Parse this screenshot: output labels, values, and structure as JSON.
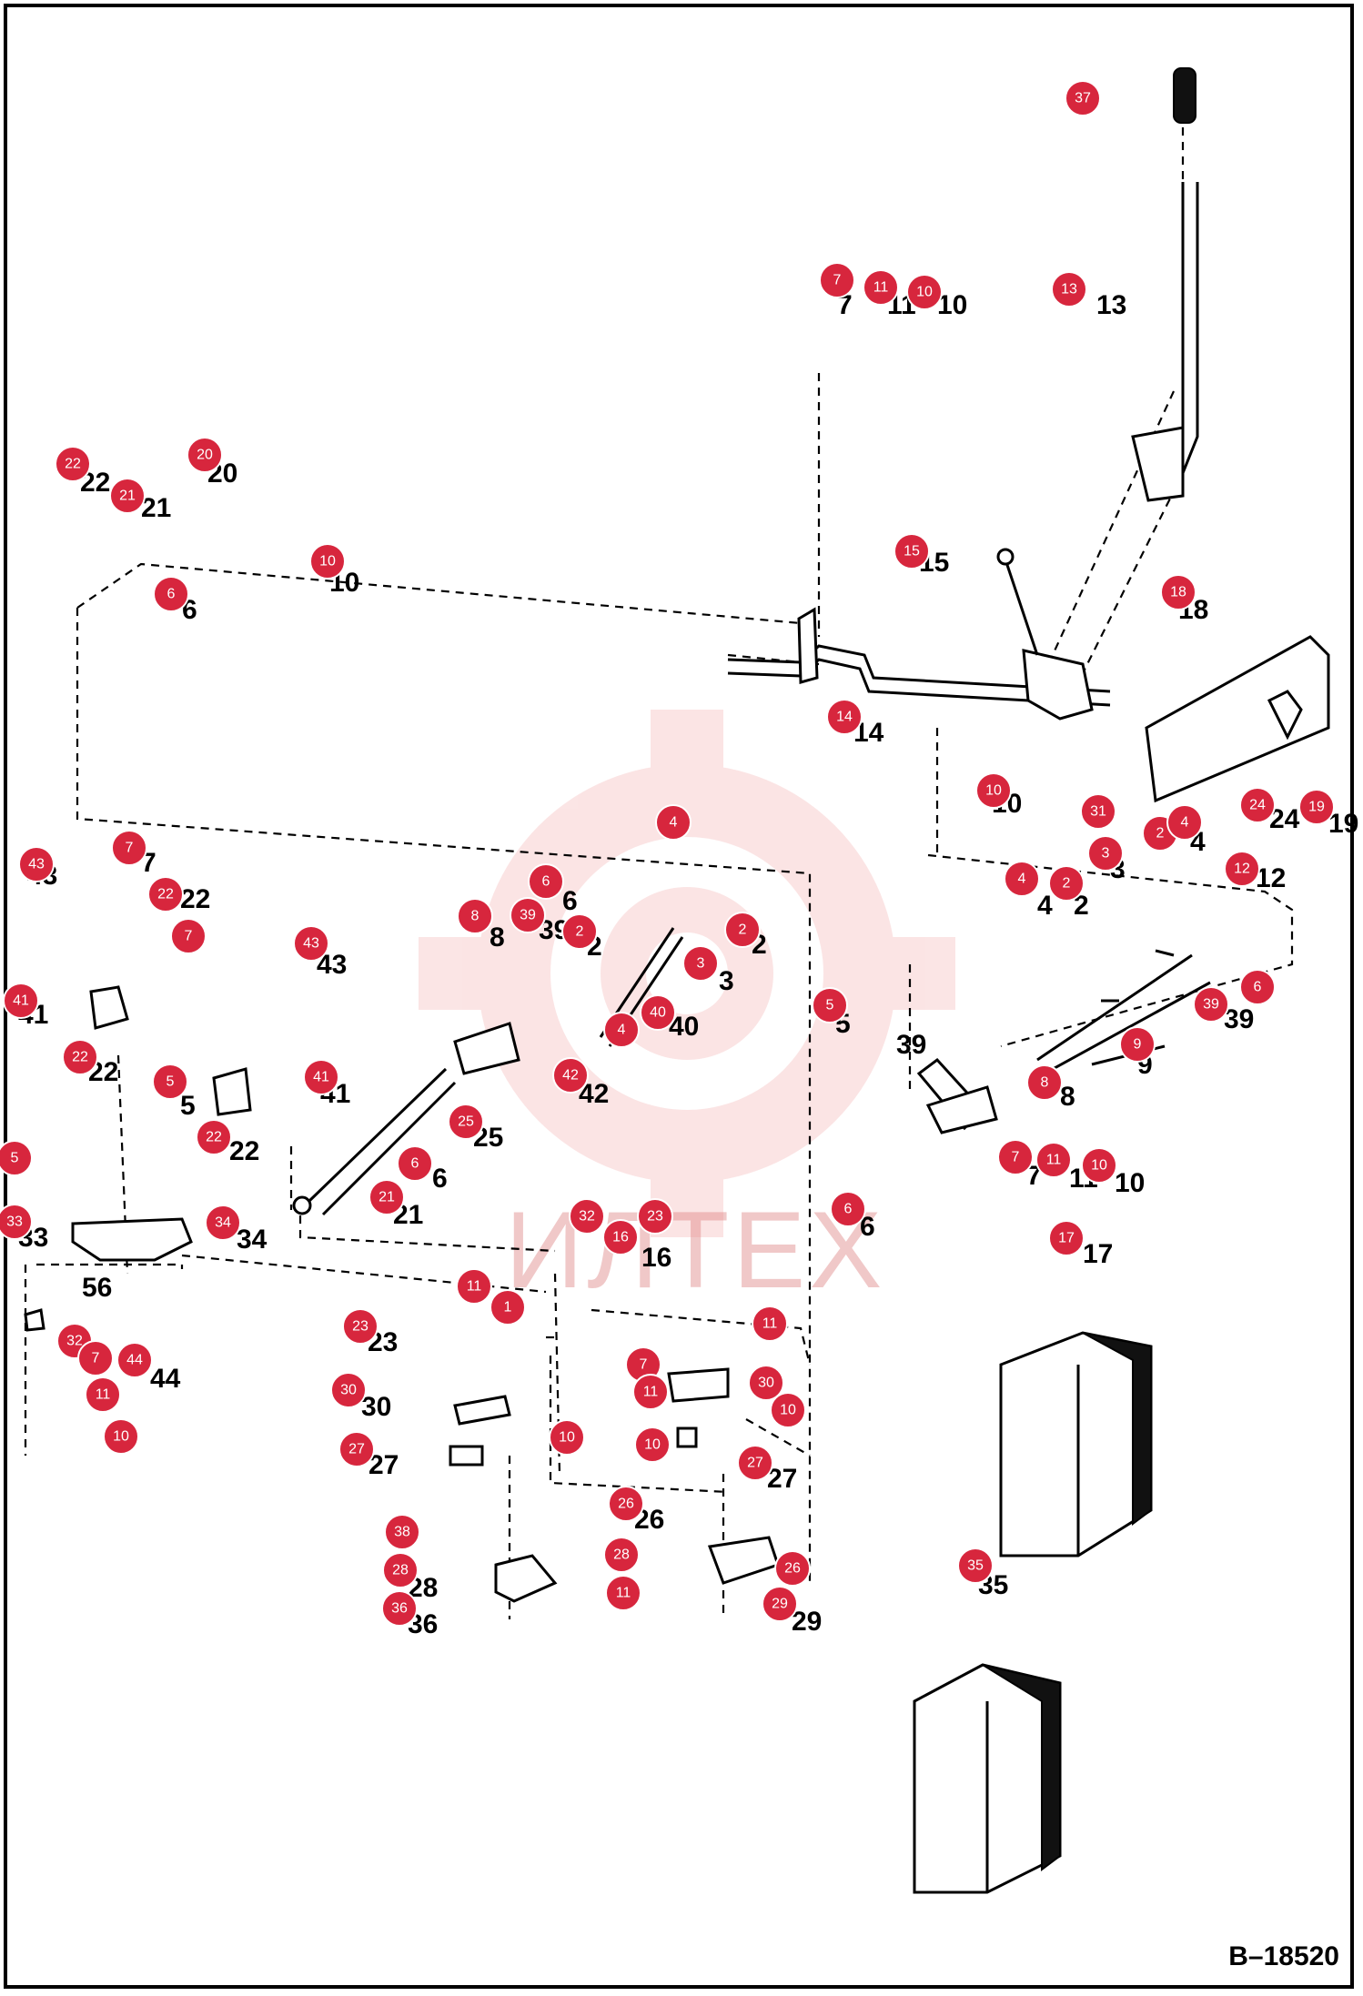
{
  "drawing_code": "B–18520",
  "watermark_text": "ИЛТЕХ",
  "watermark_icon": "gear-logo-icon",
  "accent_color": "#d7263d",
  "callouts": [
    {
      "id": "c37",
      "label": "37"
    },
    {
      "id": "c13",
      "label": "13"
    },
    {
      "id": "c7a",
      "label": "7"
    },
    {
      "id": "c11a",
      "label": "11"
    },
    {
      "id": "c10a",
      "label": "10"
    },
    {
      "id": "c22a",
      "label": "22"
    },
    {
      "id": "c20",
      "label": "20"
    },
    {
      "id": "c21a",
      "label": "21"
    },
    {
      "id": "c10b",
      "label": "10"
    },
    {
      "id": "c6a",
      "label": "6"
    },
    {
      "id": "c15",
      "label": "15"
    },
    {
      "id": "c18",
      "label": "18"
    },
    {
      "id": "c14",
      "label": "14"
    },
    {
      "id": "c10c",
      "label": "10"
    },
    {
      "id": "c31",
      "label": "31"
    },
    {
      "id": "c24",
      "label": "24"
    },
    {
      "id": "c19",
      "label": "19"
    },
    {
      "id": "c4a",
      "label": "4"
    },
    {
      "id": "c3a",
      "label": "3"
    },
    {
      "id": "c2a",
      "label": "2"
    },
    {
      "id": "c4b",
      "label": "4"
    },
    {
      "id": "c2b",
      "label": "2"
    },
    {
      "id": "c4c",
      "label": "4"
    },
    {
      "id": "c12",
      "label": "12"
    },
    {
      "id": "c7b",
      "label": "7"
    },
    {
      "id": "c43a",
      "label": "43"
    },
    {
      "id": "c22b",
      "label": "22"
    },
    {
      "id": "c6b",
      "label": "6"
    },
    {
      "id": "c8a",
      "label": "8"
    },
    {
      "id": "c39a",
      "label": "39"
    },
    {
      "id": "c2c",
      "label": "2"
    },
    {
      "id": "c2d",
      "label": "2"
    },
    {
      "id": "c7c",
      "label": "7"
    },
    {
      "id": "c43b",
      "label": "43"
    },
    {
      "id": "c3b",
      "label": "3"
    },
    {
      "id": "c41a",
      "label": "41"
    },
    {
      "id": "c40",
      "label": "40"
    },
    {
      "id": "c4d",
      "label": "4"
    },
    {
      "id": "c39b",
      "label": "39"
    },
    {
      "id": "c6c",
      "label": "6"
    },
    {
      "id": "c5a",
      "label": "5"
    },
    {
      "id": "c22c",
      "label": "22"
    },
    {
      "id": "c41b",
      "label": "41"
    },
    {
      "id": "c42",
      "label": "42"
    },
    {
      "id": "c9",
      "label": "9"
    },
    {
      "id": "c8b",
      "label": "8"
    },
    {
      "id": "c5b",
      "label": "5"
    },
    {
      "id": "c22d",
      "label": "22"
    },
    {
      "id": "c25",
      "label": "25"
    },
    {
      "id": "c6d",
      "label": "6"
    },
    {
      "id": "c21b",
      "label": "21"
    },
    {
      "id": "c7d",
      "label": "7"
    },
    {
      "id": "c11b",
      "label": "11"
    },
    {
      "id": "c10d",
      "label": "10"
    },
    {
      "id": "c5c",
      "label": "5"
    },
    {
      "id": "c34",
      "label": "34"
    },
    {
      "id": "c6e",
      "label": "6"
    },
    {
      "id": "c33",
      "label": "33"
    },
    {
      "id": "c32a",
      "label": "32"
    },
    {
      "id": "c16",
      "label": "16"
    },
    {
      "id": "c23a",
      "label": "23"
    },
    {
      "id": "c17",
      "label": "17"
    },
    {
      "id": "c11c",
      "label": "11"
    },
    {
      "id": "c1",
      "label": "1"
    },
    {
      "id": "c11d",
      "label": "11"
    },
    {
      "id": "c32b",
      "label": "32"
    },
    {
      "id": "c7e",
      "label": "7"
    },
    {
      "id": "c44",
      "label": "44"
    },
    {
      "id": "c23b",
      "label": "23"
    },
    {
      "id": "c7f",
      "label": "7"
    },
    {
      "id": "c30a",
      "label": "30"
    },
    {
      "id": "c11e",
      "label": "11"
    },
    {
      "id": "c30b",
      "label": "30"
    },
    {
      "id": "c11f",
      "label": "11"
    },
    {
      "id": "c10e",
      "label": "10"
    },
    {
      "id": "c10f",
      "label": "10"
    },
    {
      "id": "c27a",
      "label": "27"
    },
    {
      "id": "c10g",
      "label": "10"
    },
    {
      "id": "c10h",
      "label": "10"
    },
    {
      "id": "c27b",
      "label": "27"
    },
    {
      "id": "c26a",
      "label": "26"
    },
    {
      "id": "c38",
      "label": "38"
    },
    {
      "id": "c28a",
      "label": "28"
    },
    {
      "id": "c28b",
      "label": "28"
    },
    {
      "id": "c26b",
      "label": "26"
    },
    {
      "id": "c11g",
      "label": "11"
    },
    {
      "id": "c29",
      "label": "29"
    },
    {
      "id": "c36",
      "label": "36"
    },
    {
      "id": "c35",
      "label": "35"
    }
  ],
  "printed_numbers": [
    {
      "id": "p13",
      "label": "13"
    },
    {
      "id": "p7",
      "label": "7"
    },
    {
      "id": "p11",
      "label": "11"
    },
    {
      "id": "p10a",
      "label": "10"
    },
    {
      "id": "p22a",
      "label": "22"
    },
    {
      "id": "p21",
      "label": "21"
    },
    {
      "id": "p20",
      "label": "20"
    },
    {
      "id": "p10b",
      "label": "10"
    },
    {
      "id": "p6a",
      "label": "6"
    },
    {
      "id": "p15",
      "label": "15"
    },
    {
      "id": "p18",
      "label": "18"
    },
    {
      "id": "p14",
      "label": "14"
    },
    {
      "id": "p24",
      "label": "24"
    },
    {
      "id": "p19",
      "label": "19"
    },
    {
      "id": "p10c",
      "label": "10"
    },
    {
      "id": "p3a",
      "label": "3"
    },
    {
      "id": "p4a",
      "label": "4"
    },
    {
      "id": "p2a",
      "label": "2"
    },
    {
      "id": "p4b",
      "label": "4"
    },
    {
      "id": "p12",
      "label": "12"
    },
    {
      "id": "p7b",
      "label": "7"
    },
    {
      "id": "p43a",
      "label": "43"
    },
    {
      "id": "p22b",
      "label": "22"
    },
    {
      "id": "p6b",
      "label": "6"
    },
    {
      "id": "p8a",
      "label": "8"
    },
    {
      "id": "p39a",
      "label": "39"
    },
    {
      "id": "p2b",
      "label": "2"
    },
    {
      "id": "p2c",
      "label": "2"
    },
    {
      "id": "p3b",
      "label": "3"
    },
    {
      "id": "p43b",
      "label": "43"
    },
    {
      "id": "p41a",
      "label": "41"
    },
    {
      "id": "p40",
      "label": "40"
    },
    {
      "id": "p39b",
      "label": "39"
    },
    {
      "id": "p39c",
      "label": "39"
    },
    {
      "id": "p22c",
      "label": "22"
    },
    {
      "id": "p5a",
      "label": "5"
    },
    {
      "id": "p41b",
      "label": "41"
    },
    {
      "id": "p42",
      "label": "42"
    },
    {
      "id": "p9",
      "label": "9"
    },
    {
      "id": "p8b",
      "label": "8"
    },
    {
      "id": "p22d",
      "label": "22"
    },
    {
      "id": "p25",
      "label": "25"
    },
    {
      "id": "p6c",
      "label": "6"
    },
    {
      "id": "p21b",
      "label": "21"
    },
    {
      "id": "p7c",
      "label": "7"
    },
    {
      "id": "p11b",
      "label": "11"
    },
    {
      "id": "p10d",
      "label": "10"
    },
    {
      "id": "p5b",
      "label": "5"
    },
    {
      "id": "p34",
      "label": "34"
    },
    {
      "id": "p6d",
      "label": "6"
    },
    {
      "id": "p33",
      "label": "33"
    },
    {
      "id": "p16",
      "label": "16"
    },
    {
      "id": "p17",
      "label": "17"
    },
    {
      "id": "p56",
      "label": "56"
    },
    {
      "id": "p44",
      "label": "44"
    },
    {
      "id": "p23",
      "label": "23"
    },
    {
      "id": "p30a",
      "label": "30"
    },
    {
      "id": "p27a",
      "label": "27"
    },
    {
      "id": "p27b",
      "label": "27"
    },
    {
      "id": "p26",
      "label": "26"
    },
    {
      "id": "p28",
      "label": "28"
    },
    {
      "id": "p36",
      "label": "36"
    },
    {
      "id": "p29",
      "label": "29"
    },
    {
      "id": "p35",
      "label": "35"
    }
  ]
}
